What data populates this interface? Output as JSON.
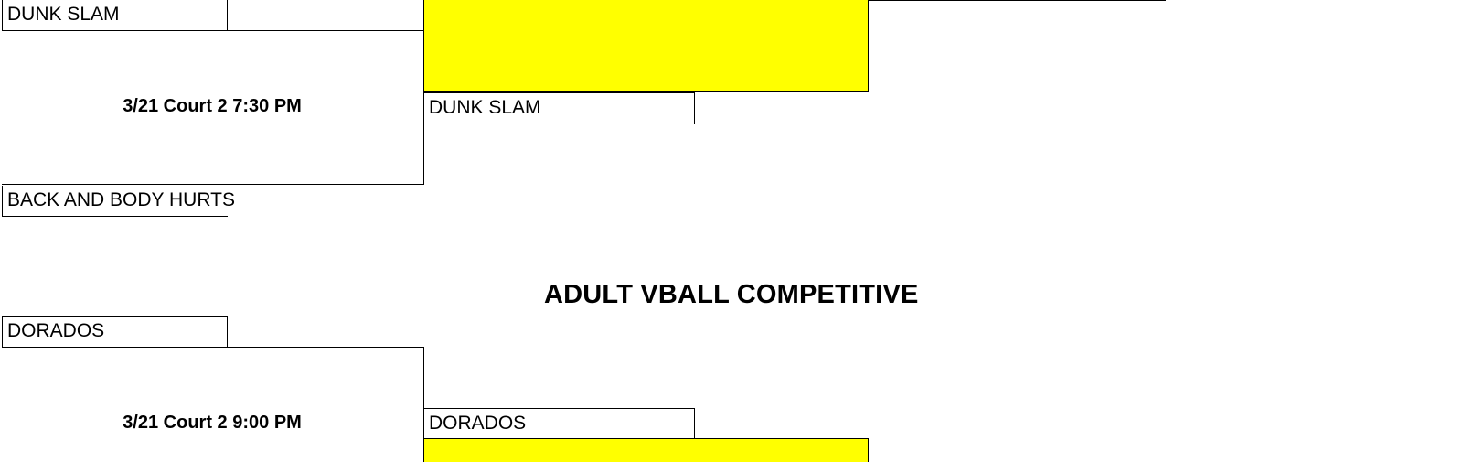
{
  "bracket_top": {
    "team_1": "DUNK SLAM",
    "team_2": "BACK AND BODY HURTS",
    "match_info": "3/21 Court 2 7:30 PM",
    "winner": "DUNK SLAM"
  },
  "section": {
    "title": "ADULT VBALL COMPETITIVE"
  },
  "bracket_bottom": {
    "team_1": "DORADOS",
    "match_info": "3/21 Court 2 9:00 PM",
    "winner": "DORADOS"
  },
  "colors": {
    "highlight": "#ffff00",
    "line": "#000000",
    "background": "#ffffff"
  }
}
